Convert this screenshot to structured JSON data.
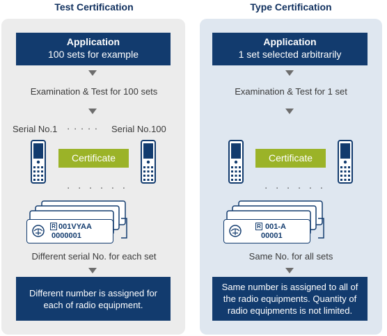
{
  "left": {
    "title": "Test Certification",
    "application_title": "Application",
    "application_subtitle": "100 sets for example",
    "examination": "Examination & Test for 100 sets",
    "serial_first": "Serial No.1",
    "serial_dots": "· · · · ·",
    "serial_last": "Serial No.100",
    "certificate": "Certificate",
    "phone_dots": "· · · · · ·",
    "label_code": "001VYAA",
    "label_serial": "0000001",
    "label_note": "Different serial No. for each set",
    "bottom_text": "Different number is assigned for each of radio equipment."
  },
  "right": {
    "title": "Type Certification",
    "application_title": "Application",
    "application_subtitle": "1 set selected arbitrarily",
    "examination": "Examination & Test for 1 set",
    "certificate": "Certificate",
    "phone_dots": "· · · · · ·",
    "label_code": "001-A",
    "label_serial": "00001",
    "label_note": "Same No. for all sets",
    "bottom_text": "Same number is assigned to all of the radio equipments. Quantity of radio equipments is not limited."
  },
  "colors": {
    "navy": "#123b6e",
    "certificate_green": "#9bb328",
    "left_panel": "#ececec",
    "right_panel": "#dfe7f0",
    "arrow": "#6d6d6d"
  },
  "icons": [
    "mobile-phone-icon",
    "radio-equipment-mark-icon",
    "r-mark-icon",
    "label-stack-icon"
  ]
}
